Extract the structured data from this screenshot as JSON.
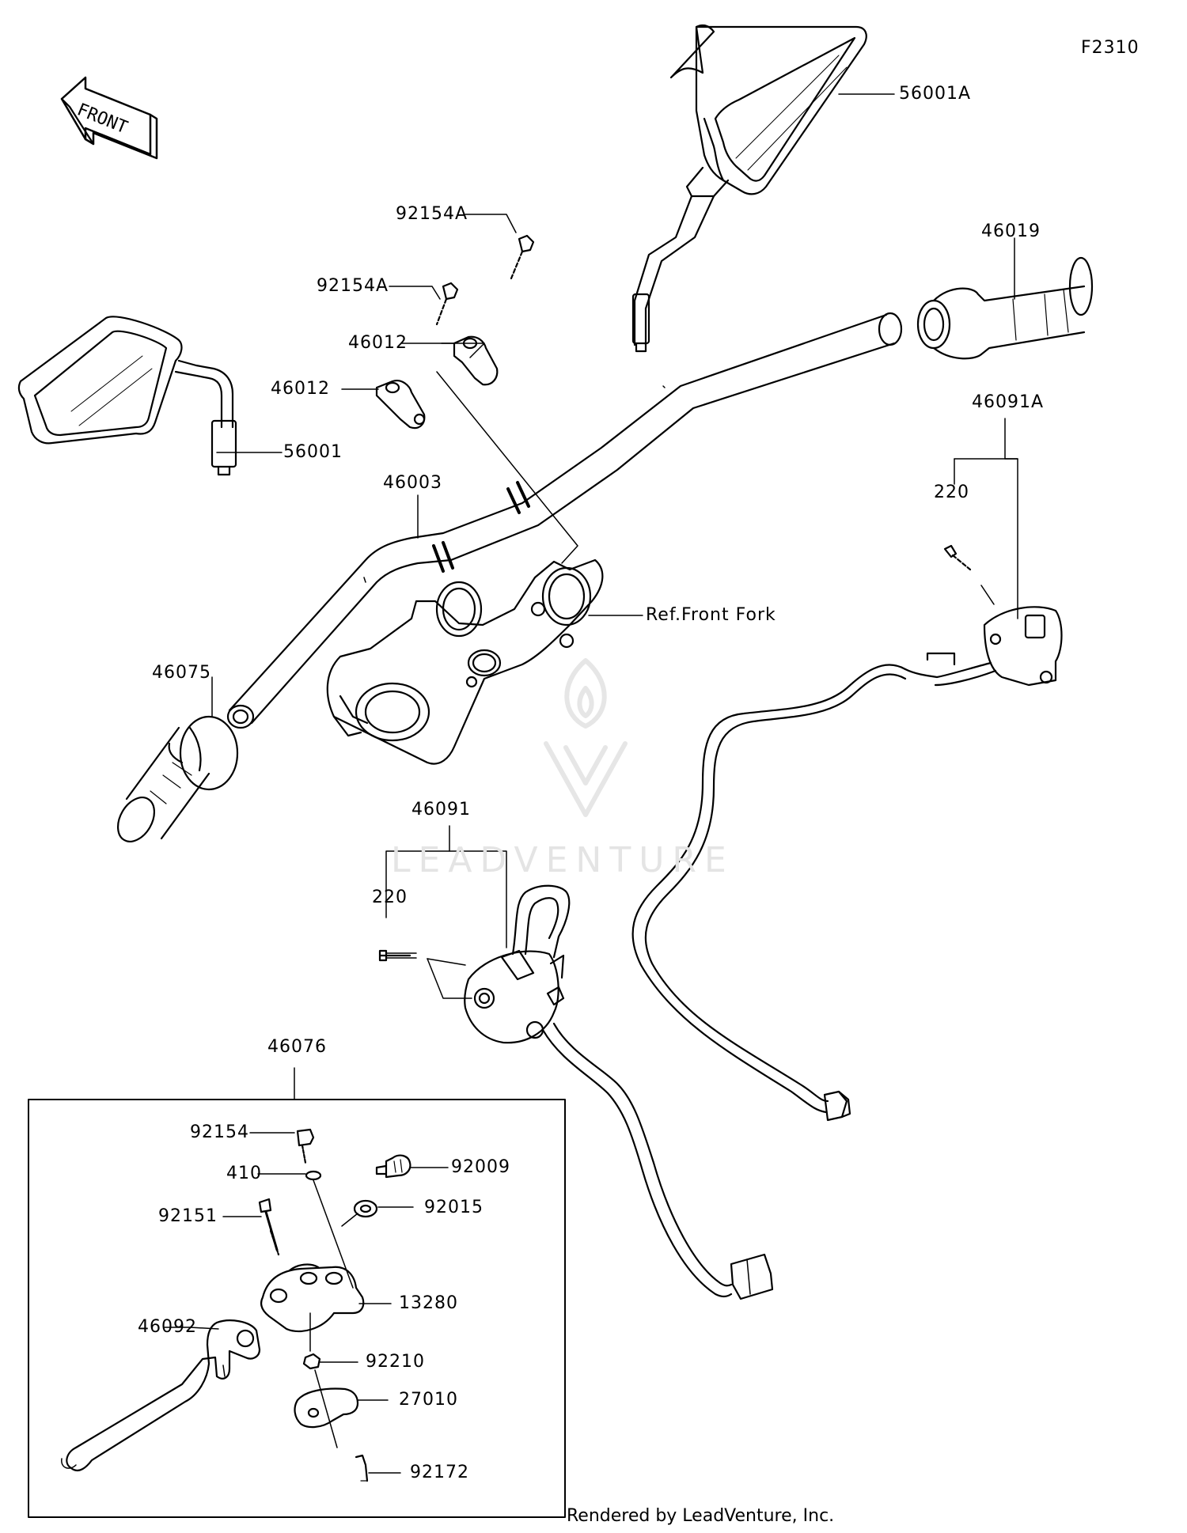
{
  "diagram_code": "F2310",
  "front_arrow_label": "FRONT",
  "watermark_text": "LEADVENTURE",
  "credit": "Rendered by LeadVenture, Inc.",
  "colors": {
    "line": "#000000",
    "watermark": "#e4e4e4",
    "background": "#ffffff"
  },
  "callouts": {
    "mirror_right": "56001A",
    "mirror_left": "56001",
    "grip_right": "46019",
    "grip_left": "46075",
    "holder_upper": "46012",
    "holder_lower": "46012",
    "bolt_upper": "92154A",
    "bolt_lower": "92154A",
    "handlebar": "46003",
    "front_fork_ref": "Ref.Front Fork",
    "switch_right": "46091A",
    "screw_right": "220",
    "switch_left": "46091",
    "screw_left": "220",
    "clutch_lever_assy": "46076",
    "bolt_92154": "92154",
    "washer_410": "410",
    "adjuster_92009": "92009",
    "nut_92015": "92015",
    "bolt_92151": "92151",
    "holder_13280": "13280",
    "lever_46092": "46092",
    "nut_92210": "92210",
    "clamp_27010": "27010",
    "screw_92172": "92172"
  }
}
